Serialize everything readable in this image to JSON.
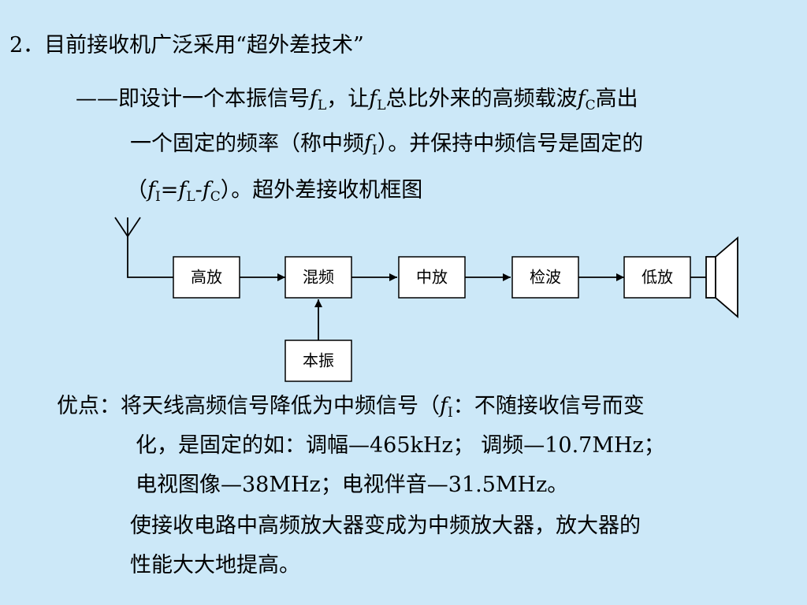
{
  "heading": "2．目前接收机广泛采用“超外差技术”",
  "desc": {
    "l1_prefix": "——即设计一个本振信号",
    "l1_mid1": "，让",
    "l1_mid2": "总比外来的高频载波",
    "l1_suffix": "高出",
    "l2_prefix": "一个固定的频率（称中频",
    "l2_suffix": "）。并保持中频信号是固定的",
    "l3_prefix": "（",
    "l3_eq": "=",
    "l3_minus": "-",
    "l3_suffix": "）。超外差接收机框图"
  },
  "symbols": {
    "f": "f",
    "L": "L",
    "C": "C",
    "I": "I"
  },
  "blocks": {
    "rf_amp": "高放",
    "mixer": "混频",
    "if_amp": "中放",
    "detector": "检波",
    "lf_amp": "低放",
    "local_osc": "本振"
  },
  "advantage": {
    "l1_prefix": "优点：将天线高频信号降低为中频信号（",
    "l1_suffix": "：不随接收信号而变",
    "l2": "化，是固定的如：调幅—465kHz；  调频—10.7MHz；",
    "l3": "电视图像—38MHz；电视伴音—31.5MHz。",
    "l4": "使接收电路中高频放大器变成为中频放大器，放大器的",
    "l5": "性能大大地提高。"
  }
}
